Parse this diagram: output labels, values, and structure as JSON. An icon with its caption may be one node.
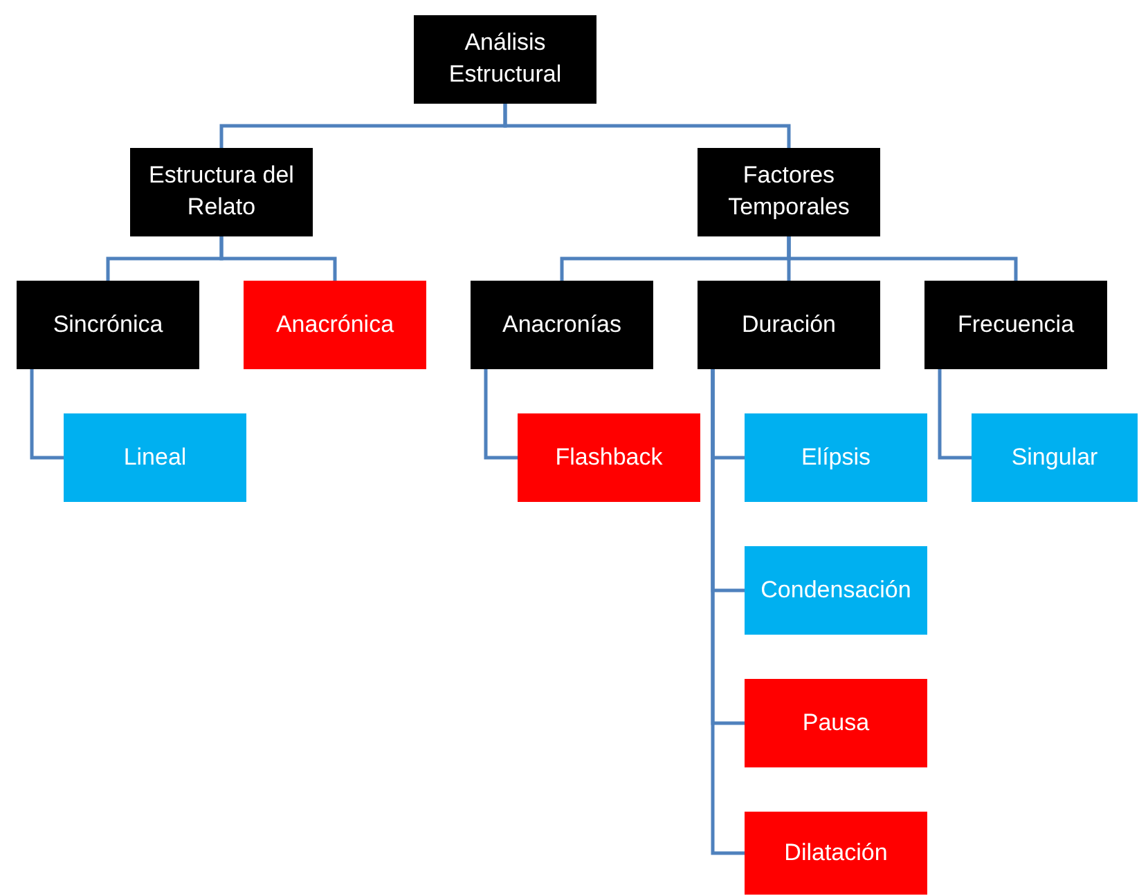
{
  "diagram": {
    "nodes": [
      {
        "text": [
          "Análisis Estructural"
        ]
      },
      {
        "text": [
          "Estructura del Relato"
        ]
      },
      {
        "text": [
          "Factores Temporales"
        ]
      },
      {
        "text": [
          "Sincrónica"
        ]
      },
      {
        "text": [
          "Anacrónica"
        ]
      },
      {
        "text": [
          "Anacronías"
        ]
      },
      {
        "text": [
          "Duración"
        ]
      },
      {
        "text": [
          "Frecuencia"
        ]
      },
      {
        "text": [
          "Lineal"
        ]
      },
      {
        "text": [
          "Flashback"
        ]
      },
      {
        "text": [
          "Elípsis"
        ]
      },
      {
        "text": [
          "Condensación"
        ]
      },
      {
        "text": [
          "Pausa"
        ]
      },
      {
        "text": [
          "Dilatación"
        ]
      },
      {
        "text": [
          "Singular"
        ]
      }
    ],
    "edges": [
      {
        "from": 0,
        "to": 1,
        "arrow": "none"
      },
      {
        "from": 0,
        "to": 2,
        "arrow": "none"
      },
      {
        "from": 1,
        "to": 3,
        "arrow": "none"
      },
      {
        "from": 1,
        "to": 4,
        "arrow": "none"
      },
      {
        "from": 2,
        "to": 5,
        "arrow": "none"
      },
      {
        "from": 2,
        "to": 6,
        "arrow": "none"
      },
      {
        "from": 2,
        "to": 7,
        "arrow": "none"
      },
      {
        "from": 3,
        "to": 8,
        "arrow": "none"
      },
      {
        "from": 5,
        "to": 9,
        "arrow": "none"
      },
      {
        "from": 6,
        "to": 10,
        "arrow": "none"
      },
      {
        "from": 6,
        "to": 11,
        "arrow": "none"
      },
      {
        "from": 6,
        "to": 12,
        "arrow": "none"
      },
      {
        "from": 6,
        "to": 13,
        "arrow": "none"
      },
      {
        "from": 7,
        "to": 14,
        "arrow": "none"
      }
    ]
  }
}
